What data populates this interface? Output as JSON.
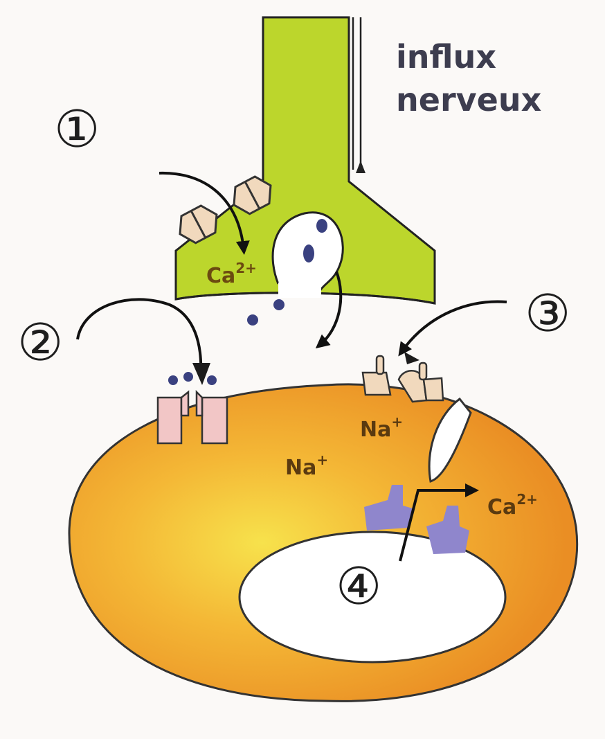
{
  "diagram": {
    "labels": {
      "influx_line1": "influx",
      "influx_line2": "nerveux",
      "ca_presynaptic": "Ca",
      "ca_presynaptic_sup": "2+",
      "na_1": "Na",
      "na_1_sup": "+",
      "na_2": "Na",
      "na_2_sup": "+",
      "ca_released": "Ca",
      "ca_released_sup": "2+"
    },
    "steps": [
      {
        "id": 1,
        "symbol": "①"
      },
      {
        "id": 2,
        "symbol": "②"
      },
      {
        "id": 3,
        "symbol": "③"
      },
      {
        "id": 4,
        "symbol": "④"
      }
    ],
    "colors": {
      "presynaptic_fill": "#bcd62c",
      "postsynaptic_fill": "#ee9a2c",
      "postsynaptic_highlight": "#f7e24c",
      "synaptic_cleft": "#ffffff",
      "vesicle_dot": "#3a4180",
      "receptor_pink": "#f2c6c6",
      "receptor_beige": "#f1d9bd",
      "channel_purple": "#8f86cc",
      "arrow": "#111111"
    },
    "icons": {
      "arrows": "curved-arrow",
      "vesicles": "dot",
      "calcium_channels": "hexagon"
    }
  }
}
